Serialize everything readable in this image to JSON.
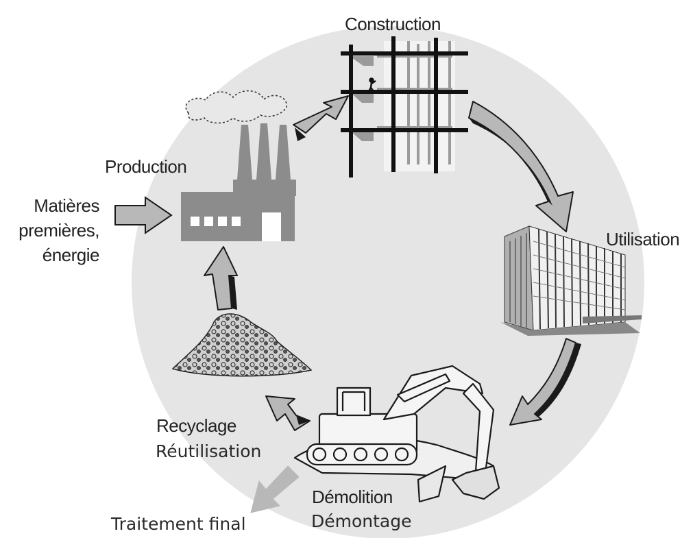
{
  "stages": {
    "construction": "Construction",
    "production": "Production",
    "utilisation": "Utilisation",
    "raw_materials": [
      "Matières",
      "premières,",
      "énergie"
    ],
    "recycling": "Recyclage",
    "reuse": "Réutilisation",
    "demolition": "Démolition",
    "dismantling": "Démontage",
    "final_treatment": "Traitement final"
  },
  "colors": {
    "circle": "#e5e5e5",
    "factory": "#8c8c8c",
    "arrow": "#b8b8b8",
    "outline": "#1a1a1a"
  }
}
